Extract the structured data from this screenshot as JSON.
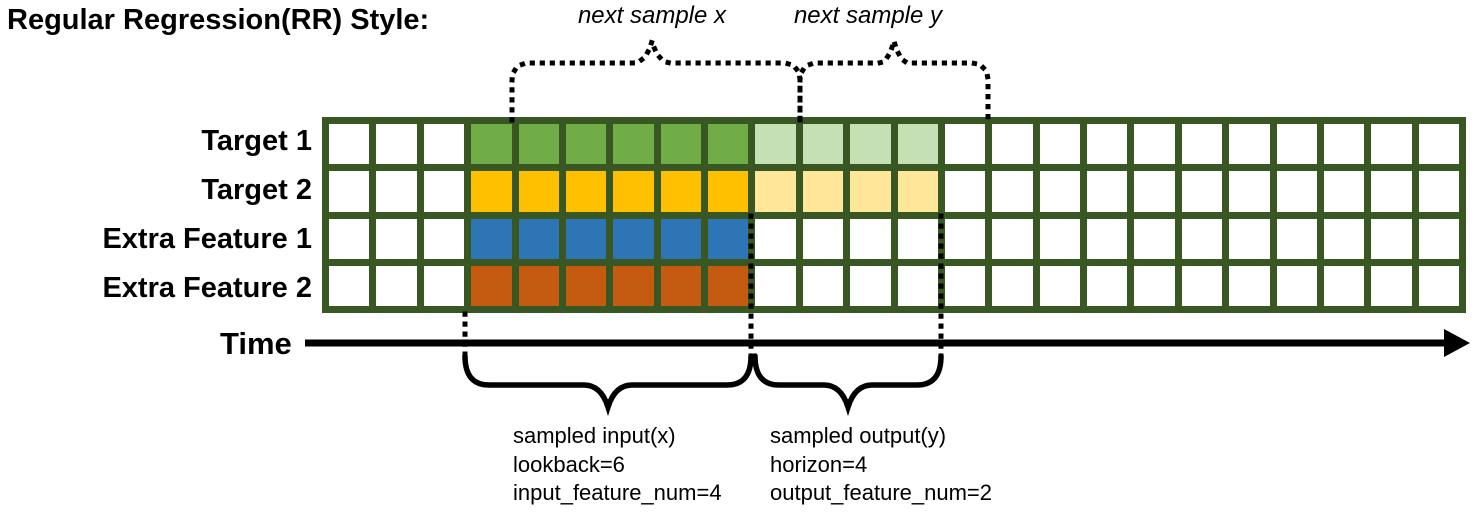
{
  "title": "Regular Regression(RR) Style:",
  "top_braces": {
    "next_sample_x": "next sample x",
    "next_sample_y": "next sample y"
  },
  "grid": {
    "columns": 24,
    "input_start_col": 3,
    "lookback": 6,
    "horizon": 4,
    "border_color": "#385723",
    "empty_color": "#ffffff",
    "rows": [
      {
        "label": "Target 1",
        "input_color": "#70AD47",
        "output_color": "#C5E0B4"
      },
      {
        "label": "Target 2",
        "input_color": "#FFC000",
        "output_color": "#FFE699"
      },
      {
        "label": "Extra Feature 1",
        "input_color": "#2E75B6",
        "output_color": null
      },
      {
        "label": "Extra Feature 2",
        "input_color": "#C55A11",
        "output_color": null
      }
    ]
  },
  "time_axis": {
    "label": "Time"
  },
  "sampled_input": {
    "title": "sampled input(x)",
    "lookback": "lookback=6",
    "feature_num": "input_feature_num=4"
  },
  "sampled_output": {
    "title": "sampled output(y)",
    "horizon": "horizon=4",
    "feature_num": "output_feature_num=2"
  },
  "annotation_color": "#000000"
}
